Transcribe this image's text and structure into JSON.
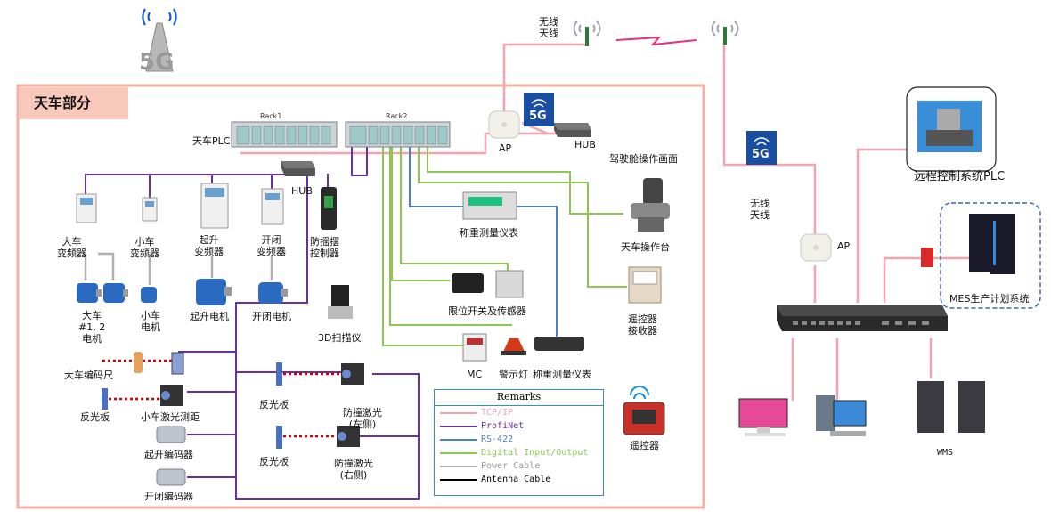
{
  "section_title": "天车部分",
  "labels": {
    "wireless_top": "无线\n天线",
    "wireless_right": "无线\n天线",
    "crane_plc": "天车PLC",
    "rack1": "Rack1",
    "rack2": "Rack2",
    "ap_top": "AP",
    "hub_top": "HUB",
    "hub_mid": "HUB",
    "cab_screen": "驾驶舱操作画面",
    "weigh_top": "称重测量仪表",
    "crane_console": "天车操作台",
    "limit_sensor": "限位开关及传感器",
    "remote_receiver": "遥控器\n接收器",
    "mc": "MC",
    "warning_lamp": "警示灯",
    "weigh_bottom": "称重测量仪表",
    "remote": "遥控器",
    "vfd_big": "大车\n变频器",
    "vfd_small": "小车\n变频器",
    "vfd_hoist": "起升\n变频器",
    "vfd_open": "开闭\n变频器",
    "anti_sway": "防摇摆\n控制器",
    "motor_big": "大车\n#1, 2\n电机",
    "motor_small": "小车\n电机",
    "motor_hoist": "起升电机",
    "motor_open": "开闭电机",
    "scanner_3d": "3D扫描仪",
    "encoder_ruler": "大车编码尺",
    "reflector_left": "反光板",
    "trolley_laser": "小车激光测距",
    "hoist_encoder": "起升编码器",
    "open_encoder": "开闭编码器",
    "reflector_mid1": "反光板",
    "reflector_mid2": "反光板",
    "anti_collision_left": "防撞激光\n(左侧)",
    "anti_collision_right": "防撞激光\n(右侧)",
    "ap_right": "AP",
    "remote_plc": "远程控制系统PLC",
    "mes": "MES生产计划系统",
    "wms": "WMS",
    "badge_5g": "5G",
    "logo_5g": "5G"
  },
  "legend": {
    "title": "Remarks",
    "items": [
      {
        "label": "TCP/IP",
        "color": "#f2a5ae"
      },
      {
        "label": "ProfiNet",
        "color": "#6a2fa0"
      },
      {
        "label": "RS-422",
        "color": "#4a80c8"
      },
      {
        "label": "Digital Input/Output",
        "color": "#8cc850"
      },
      {
        "label": "Power Cable",
        "color": "#b0b0b0"
      },
      {
        "label": "Antenna Cable",
        "color": "#000000"
      }
    ]
  },
  "colors": {
    "tcp": "#f2a5ae",
    "profinet": "#6a2fa0",
    "rs422": "#4a80c8",
    "dio": "#8cc850",
    "power": "#b0b0b0",
    "section_border": "#f4b1a3",
    "laser": "#cc0000"
  }
}
